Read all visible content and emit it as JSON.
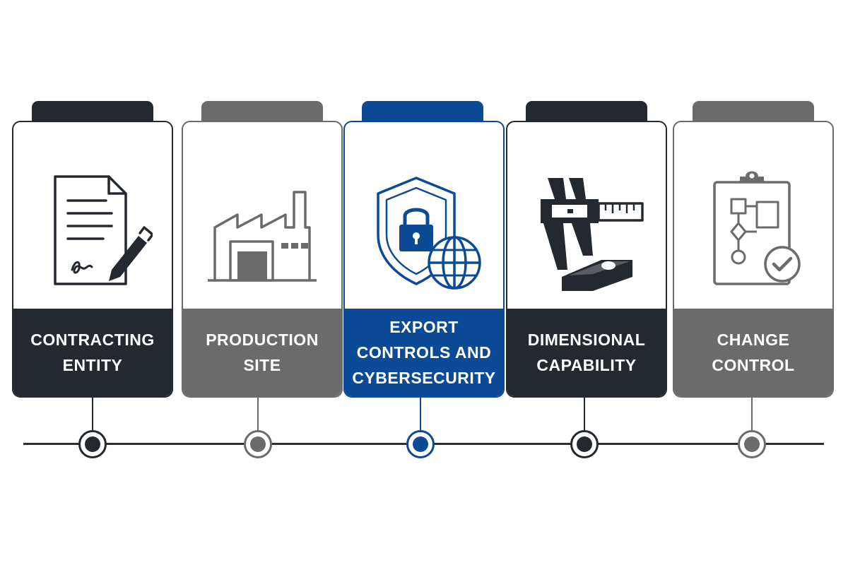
{
  "colors": {
    "dark": "#23292e",
    "gray": "#6b6b6b",
    "blue": "#0d4a95",
    "line": "#2b2f33"
  },
  "steps": [
    {
      "lines": [
        "CONTRACTING",
        "ENTITY"
      ],
      "color": "dark",
      "icon": "signed-contract-icon"
    },
    {
      "lines": [
        "PRODUCTION",
        "SITE"
      ],
      "color": "gray",
      "icon": "factory-icon"
    },
    {
      "lines": [
        "EXPORT",
        "CONTROLS AND",
        "CYBERSECURITY"
      ],
      "color": "blue",
      "icon": "shield-lock-globe-icon"
    },
    {
      "lines": [
        "DIMENSIONAL",
        "CAPABILITY"
      ],
      "color": "dark",
      "icon": "caliper-icon"
    },
    {
      "lines": [
        "CHANGE",
        "CONTROL"
      ],
      "color": "gray",
      "icon": "clipboard-flowchart-check-icon"
    }
  ]
}
